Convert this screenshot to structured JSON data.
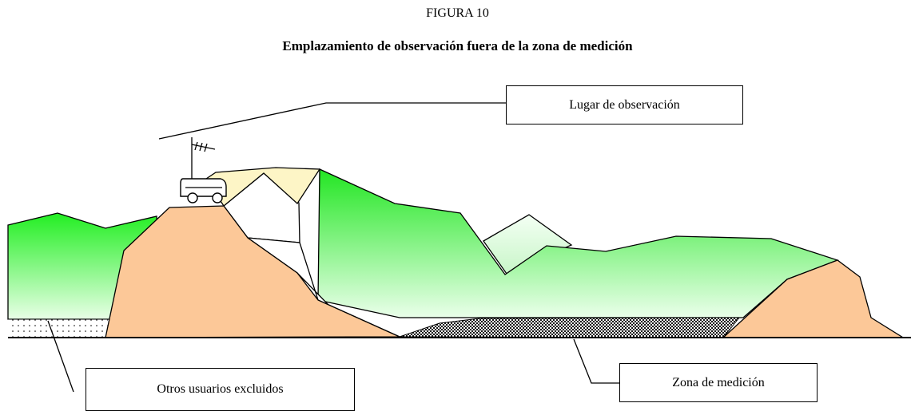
{
  "figure": {
    "label": "FIGURA 10",
    "title": "Emplazamiento de observación fuera de la zona de medición"
  },
  "callouts": {
    "observation_site": "Lugar de observación",
    "measurement_zone": "Zona de medición",
    "other_users": "Otros usuarios excluidos"
  },
  "colors": {
    "hill_green_top": "#22ee22",
    "hill_green_bottom": "#e6ffe0",
    "hill_orange": "#fcc898",
    "plateau_yellow": "#fdf5c6",
    "dotted_zone": "#000000"
  }
}
